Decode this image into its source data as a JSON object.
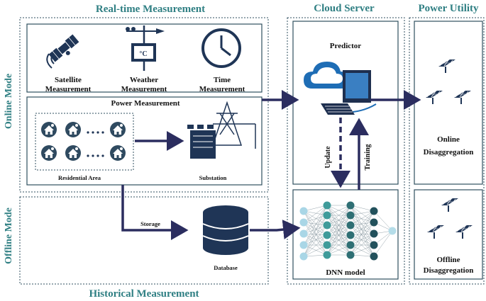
{
  "headers": {
    "realtime": "Real-time Measurement",
    "cloud": "Cloud Server",
    "utility": "Power Utility",
    "historical": "Historical Measurement"
  },
  "modes": {
    "online": "Online Mode",
    "offline": "Offline Mode"
  },
  "measurements": {
    "satellite": [
      "Satellite",
      "Measurement"
    ],
    "weather": [
      "Weather",
      "Measurement"
    ],
    "time": [
      "Time",
      "Measurement"
    ],
    "weather_icon_text": "°C"
  },
  "power": {
    "title": "Power Measurement",
    "residential": "Residential Area",
    "substation": "Substation"
  },
  "cloud": {
    "predictor": "Predictor",
    "update": "Update",
    "training": "Training",
    "dnn": "DNN model"
  },
  "offline": {
    "storage": "Storage",
    "database": "Database"
  },
  "utility": {
    "online": [
      "Online",
      "Disaggregation"
    ],
    "offline": [
      "Offline",
      "Disaggregation"
    ]
  },
  "colors": {
    "accent": "#2f7f83",
    "navy": "#1f3556",
    "arrow": "#2b2d5f",
    "cloud": "#1e6db5"
  }
}
